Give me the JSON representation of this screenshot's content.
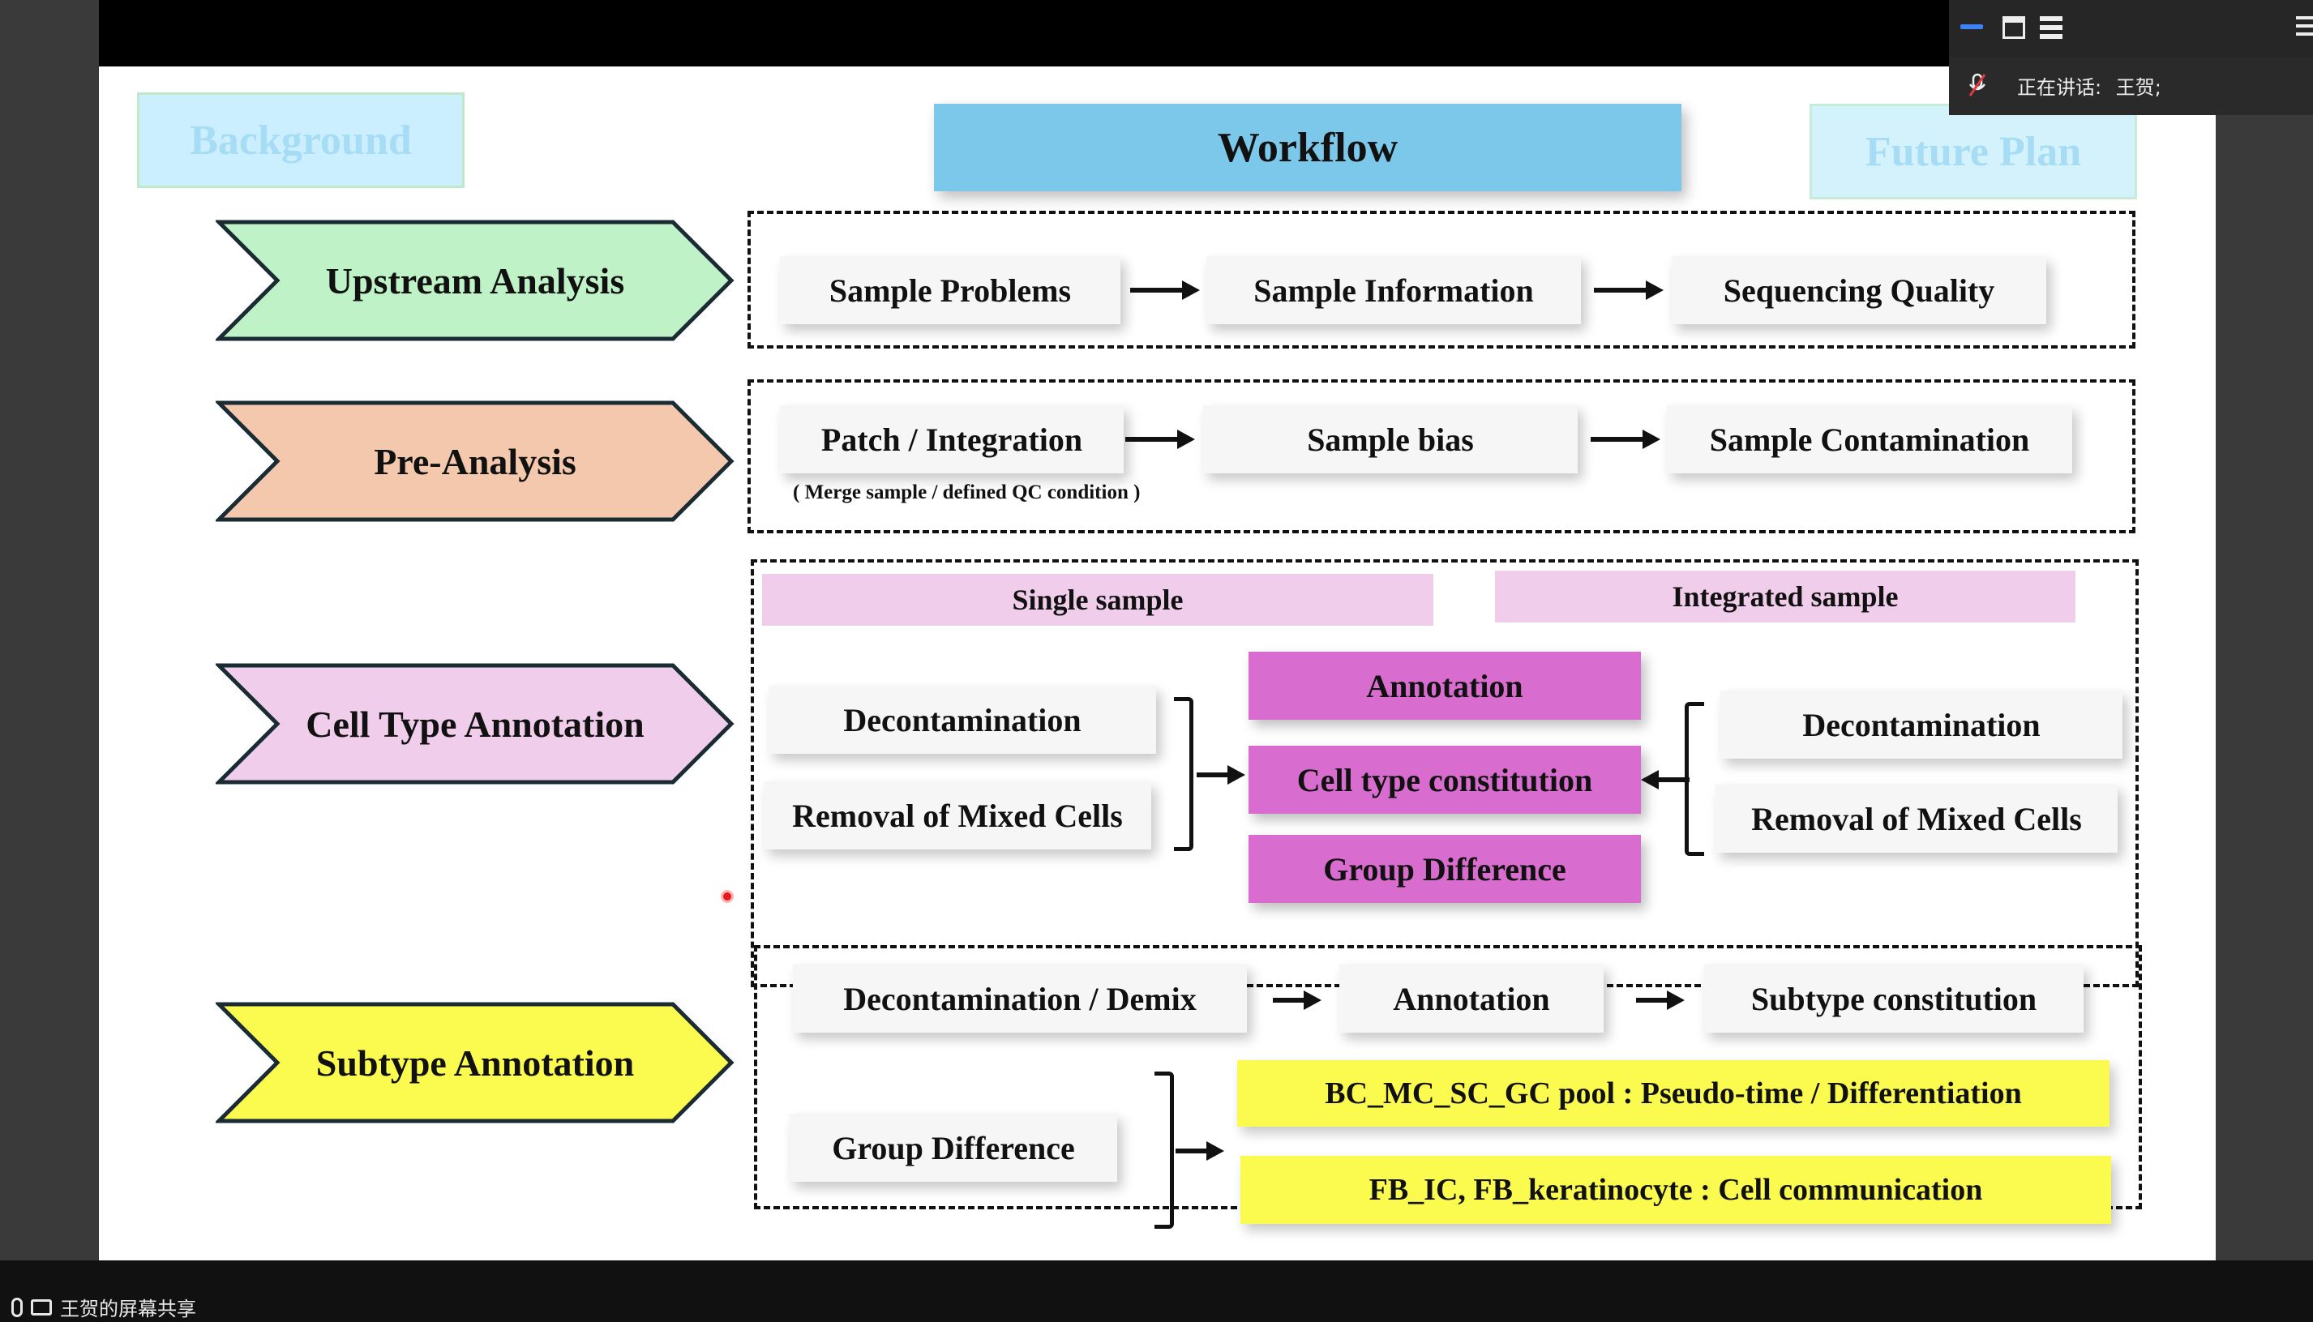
{
  "window": {
    "speaking_label": "正在讲话:",
    "speaker_name": "王贺;",
    "share_label": "王贺的屏幕共享"
  },
  "slide": {
    "tabs": {
      "background": "Background",
      "workflow": "Workflow",
      "future_plan": "Future Plan"
    },
    "stages": [
      {
        "label": "Upstream Analysis",
        "color": "#bff2c7"
      },
      {
        "label": "Pre-Analysis",
        "color": "#f4c8ad"
      },
      {
        "label": "Cell Type Annotation",
        "color": "#f0cdea"
      },
      {
        "label": "Subtype Annotation",
        "color": "#fafa4f"
      }
    ],
    "upstream": {
      "steps": [
        "Sample Problems",
        "Sample Information",
        "Sequencing Quality"
      ]
    },
    "pre_analysis": {
      "steps": [
        "Patch / Integration",
        "Sample bias",
        "Sample Contamination"
      ],
      "note": "( Merge sample / defined QC condition )"
    },
    "cell_type": {
      "single_header": "Single sample",
      "integrated_header": "Integrated sample",
      "single_steps": [
        "Decontamination",
        "Removal of Mixed Cells"
      ],
      "center_steps": [
        "Annotation",
        "Cell type constitution",
        "Group Difference"
      ],
      "integrated_steps": [
        "Decontamination",
        "Removal of Mixed Cells"
      ]
    },
    "subtype": {
      "steps": [
        "Decontamination / Demix",
        "Annotation",
        "Subtype constitution"
      ],
      "group_label": "Group Difference",
      "outcomes": [
        "BC_MC_SC_GC pool : Pseudo-time / Differentiation",
        "FB_IC, FB_keratinocyte : Cell communication"
      ]
    }
  }
}
